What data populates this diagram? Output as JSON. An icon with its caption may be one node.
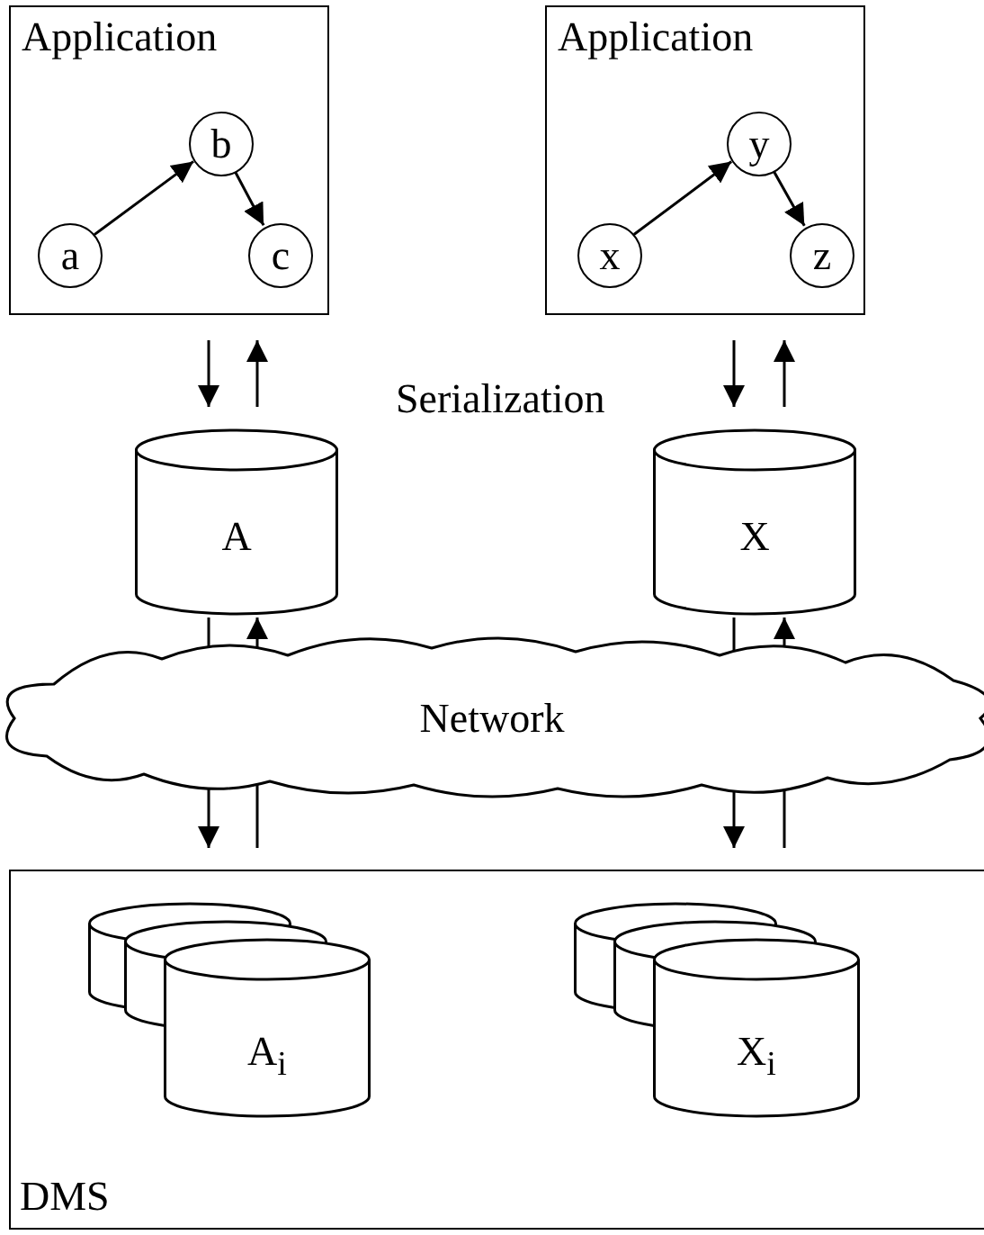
{
  "diagram": {
    "nodes": [
      {
        "text": [
          "Application"
        ]
      },
      {
        "text": [
          "a"
        ],
        "in": 0
      },
      {
        "text": [
          "b"
        ],
        "in": 0
      },
      {
        "text": [
          "c"
        ],
        "in": 0
      },
      {
        "text": [
          "Application"
        ]
      },
      {
        "text": [
          "x"
        ],
        "in": 4
      },
      {
        "text": [
          "y"
        ],
        "in": 4
      },
      {
        "text": [
          "z"
        ],
        "in": 4
      },
      {
        "text": [
          "A"
        ]
      },
      {
        "text": [
          "X"
        ]
      },
      {
        "text": [
          "Network"
        ]
      },
      {
        "text": [
          "DMS"
        ]
      },
      {
        "text": [],
        "shape": "cylinder",
        "in": 11
      },
      {
        "text": [],
        "shape": "cylinder",
        "in": 11
      },
      {
        "text": [
          "A$_{i}$"
        ],
        "in": 11
      },
      {
        "text": [],
        "shape": "cylinder",
        "in": 11
      },
      {
        "text": [],
        "shape": "cylinder",
        "in": 11
      },
      {
        "text": [
          "X$_{i}$"
        ],
        "in": 11
      }
    ],
    "edges": [
      {
        "from": 1,
        "to": 2,
        "arrow": "to"
      },
      {
        "from": 2,
        "to": 3,
        "arrow": "to"
      },
      {
        "from": 5,
        "to": 6,
        "arrow": "to"
      },
      {
        "from": 6,
        "to": 7,
        "arrow": "to"
      },
      {
        "from": 0,
        "to": 8,
        "arrow": "to"
      },
      {
        "from": 8,
        "to": 0,
        "arrow": "to"
      },
      {
        "from": 4,
        "to": 9,
        "arrow": "to"
      },
      {
        "from": 9,
        "to": 4,
        "arrow": "to"
      },
      {
        "from": 8,
        "to": 10,
        "arrow": "none"
      },
      {
        "from": 10,
        "to": 11,
        "arrow": "to"
      },
      {
        "from": 11,
        "to": 10,
        "arrow": "none"
      },
      {
        "from": 10,
        "to": 8,
        "arrow": "to"
      },
      {
        "from": 9,
        "to": 10,
        "arrow": "none"
      },
      {
        "from": 10,
        "to": 11,
        "arrow": "to"
      },
      {
        "from": 11,
        "to": 10,
        "arrow": "none"
      },
      {
        "from": 10,
        "to": 9,
        "arrow": "to"
      }
    ],
    "labels": [
      "Serialization"
    ]
  }
}
